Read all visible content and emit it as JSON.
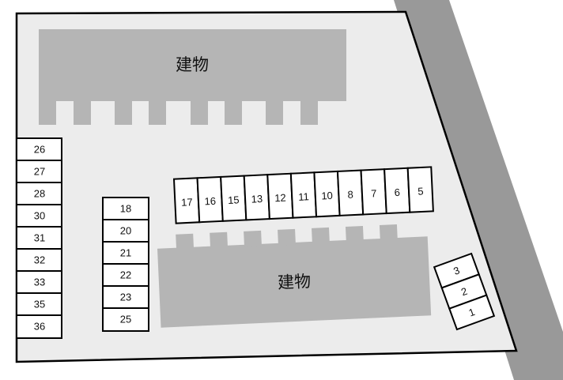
{
  "colors": {
    "lot": "#ececec",
    "road": "#999999",
    "building": "#b5b5b5",
    "slot_fill": "#ffffff",
    "outline": "#000000"
  },
  "buildings": [
    {
      "id": "north",
      "label": "建物"
    },
    {
      "id": "south",
      "label": "建物"
    }
  ],
  "parking": {
    "left_column": [
      "26",
      "27",
      "28",
      "30",
      "31",
      "32",
      "33",
      "35",
      "36"
    ],
    "middle_column": [
      "18",
      "20",
      "21",
      "22",
      "23",
      "25"
    ],
    "center_row": [
      "17",
      "16",
      "15",
      "13",
      "12",
      "11",
      "10",
      "8",
      "7",
      "6",
      "5"
    ],
    "corner_group": [
      "3",
      "2",
      "1"
    ]
  }
}
